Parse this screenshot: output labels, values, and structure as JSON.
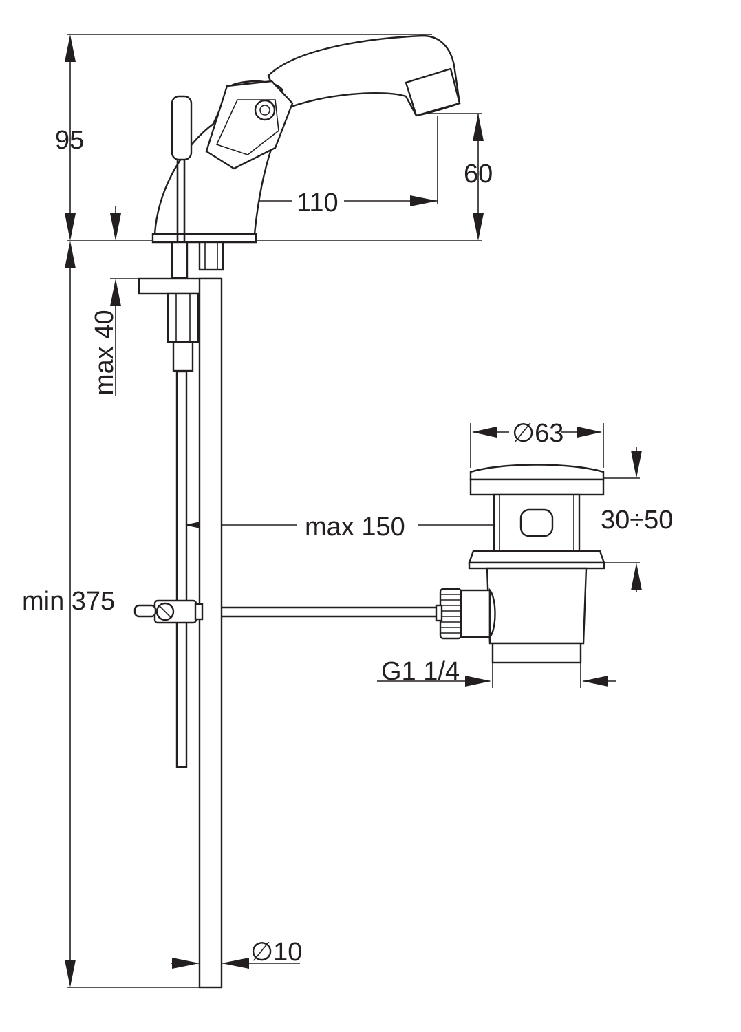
{
  "dimensions": {
    "overall_height": "95",
    "outlet_height": "60",
    "spout_reach": "110",
    "max_thickness": "max 40",
    "min_length": "min 375",
    "max_distance": "max 150",
    "drain_diameter": "∅63",
    "drain_range": "30÷50",
    "thread": "G1 1/4",
    "rod_diameter": "∅10"
  }
}
